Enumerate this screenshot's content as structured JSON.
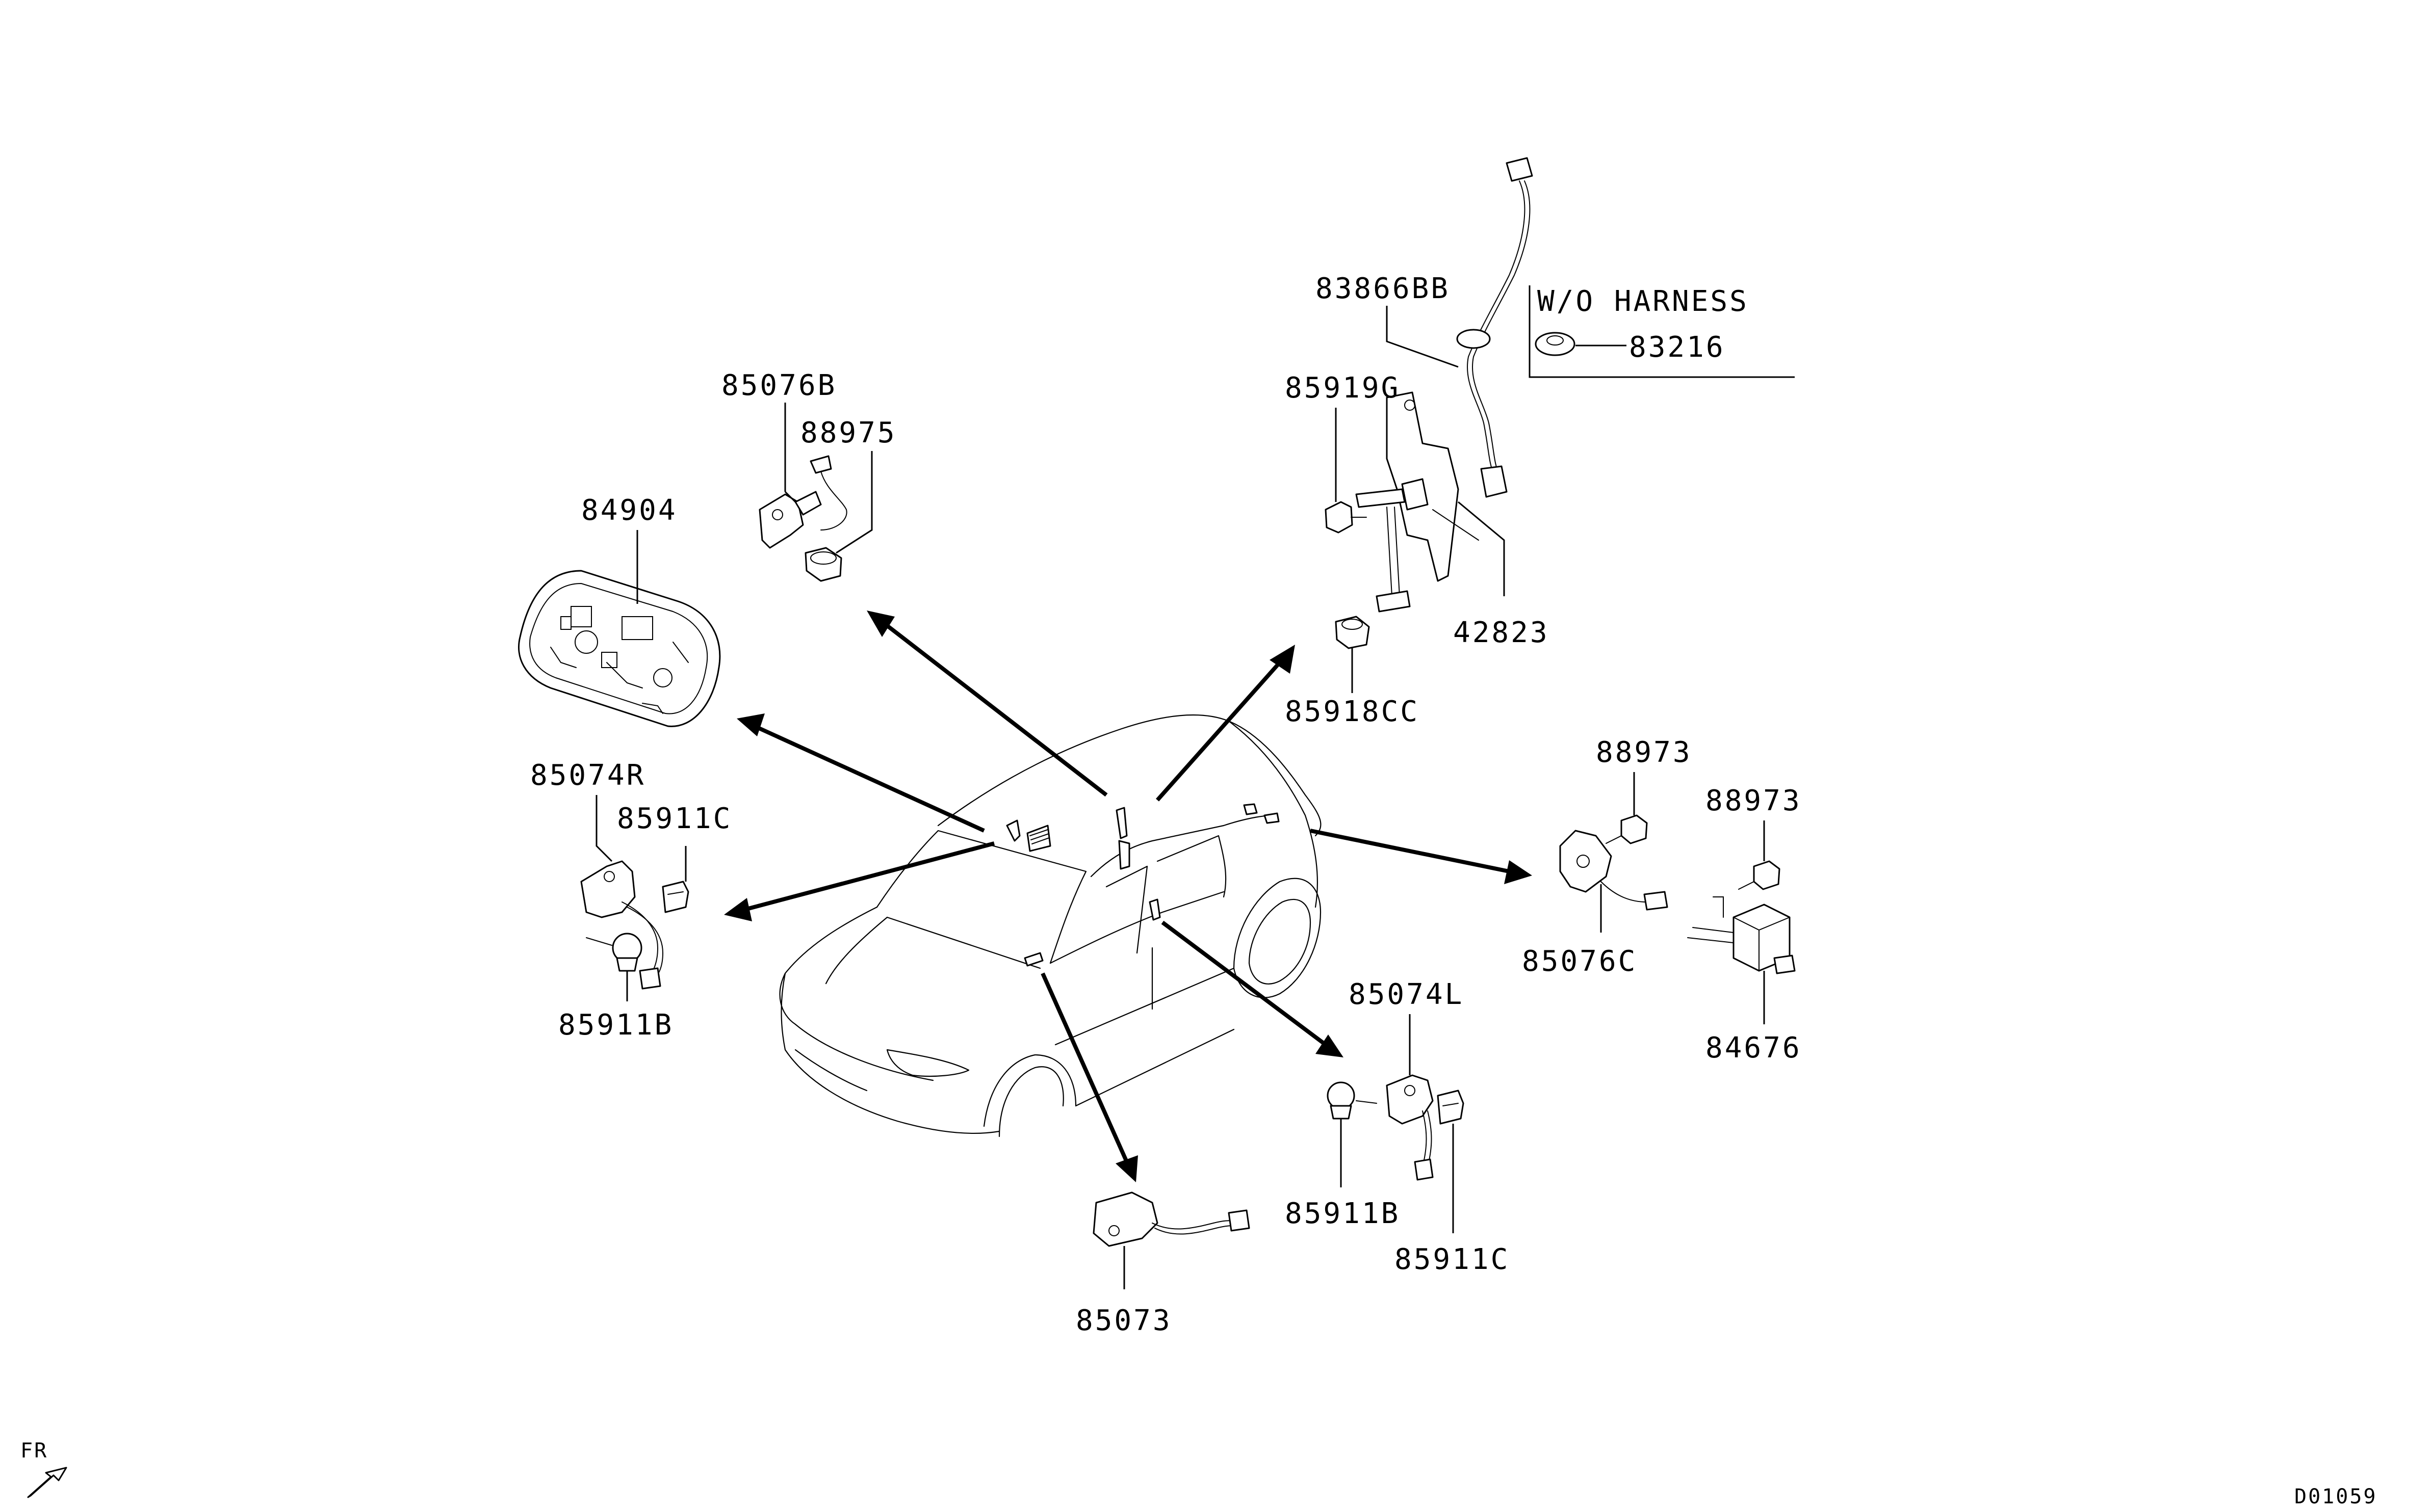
{
  "labels": {
    "p85076B": "85076B",
    "p88975": "88975",
    "p84904": "84904",
    "p83866BB": "83866BB",
    "wo_harness": "W/O HARNESS",
    "p83216": "83216",
    "p85919G": "85919G",
    "p42823": "42823",
    "p85918CC": "85918CC",
    "p85074R": "85074R",
    "p85911C_left": "85911C",
    "p85911B_left": "85911B",
    "p88973_a": "88973",
    "p88973_b": "88973",
    "p85076C": "85076C",
    "p84676": "84676",
    "p85074L": "85074L",
    "p85911B_right": "85911B",
    "p85911C_right": "85911C",
    "p85073": "85073",
    "front_marker": "FR",
    "diagram_id": "D01059"
  }
}
